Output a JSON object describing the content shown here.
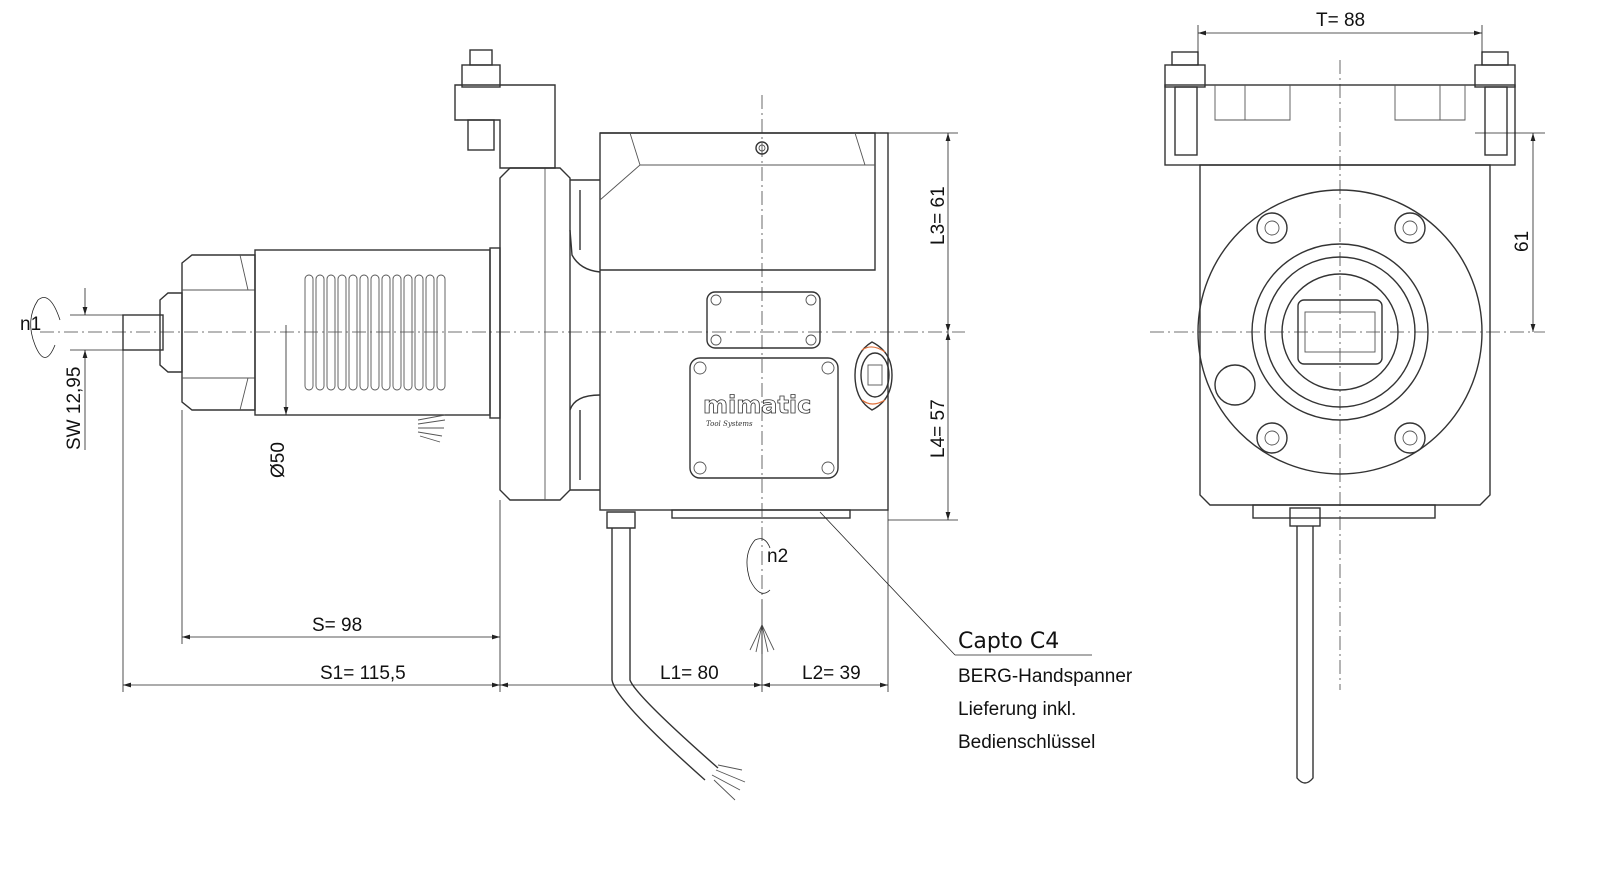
{
  "drawing": {
    "brand_logo": "mimatic",
    "brand_sub": "Tool Systems",
    "side_view": {
      "dim_n1": "n1",
      "dim_sw": "SW 12,95",
      "dim_d50": "Ø50",
      "dim_s": "S= 98",
      "dim_s1": "S1= 115,5",
      "dim_l1": "L1= 80",
      "dim_l2": "L2= 39",
      "dim_l3": "L3= 61",
      "dim_l4": "L4= 57",
      "dim_n2": "n2"
    },
    "front_view": {
      "dim_t": "T= 88",
      "dim_61": "61"
    },
    "note": {
      "title": "Capto C4",
      "line1": "BERG-Handspanner",
      "line2": "Lieferung inkl.",
      "line3": "Bedienschlüssel"
    }
  }
}
